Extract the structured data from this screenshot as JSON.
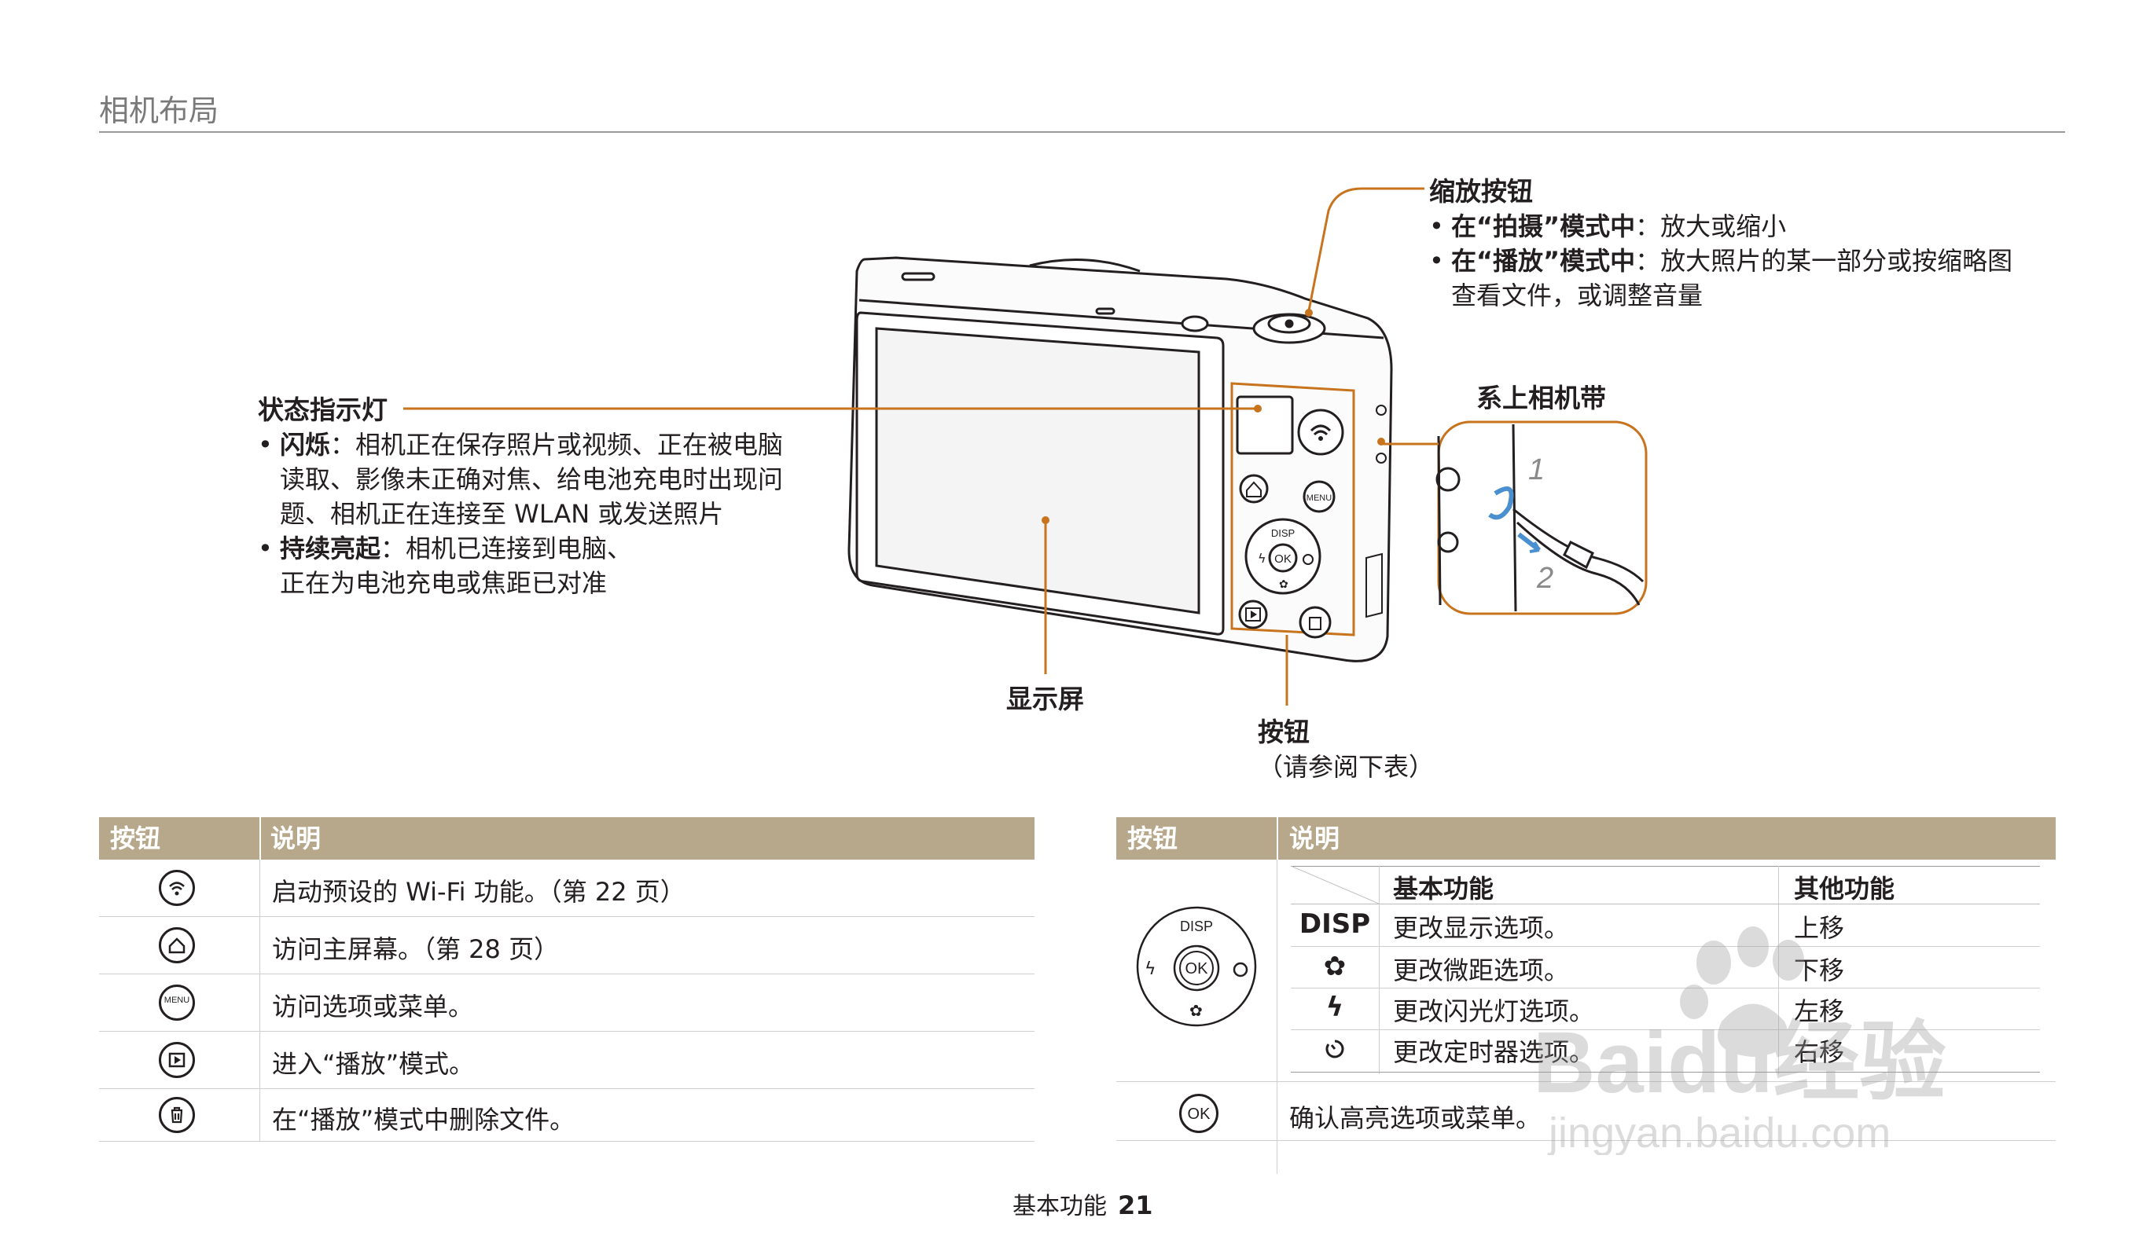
{
  "header": {
    "section_title": "相机布局"
  },
  "callouts": {
    "zoom": {
      "title": "缩放按钮",
      "b1_bold": "在“拍摄”模式中",
      "b1_text": "：放大或缩小",
      "b2_bold": "在“播放”模式中",
      "b2_text": "：放大照片的某一部分或按缩略图",
      "b2_cont": "查看文件，或调整音量"
    },
    "strap": {
      "title": "系上相机带",
      "step1": "1",
      "step2": "2"
    },
    "status_lamp": {
      "title": "状态指示灯",
      "b1_bold": "闪烁",
      "b1_l1": "：相机正在保存照片或视频、正在被电脑",
      "b1_l2": "读取、影像未正确对焦、给电池充电时出现问",
      "b1_l3": "题、相机正在连接至 WLAN 或发送照片",
      "b2_bold": "持续亮起",
      "b2_l1": "：相机已连接到电脑、",
      "b2_l2": "正在为电池充电或焦距已对准"
    },
    "display": {
      "title": "显示屏"
    },
    "buttons": {
      "title": "按钮",
      "subtitle": "（请参阅下表）"
    }
  },
  "camera_labels": {
    "disp": "DISP",
    "ok": "OK",
    "menu": "MENU"
  },
  "table_left": {
    "headers": [
      "按钮",
      "说明"
    ],
    "rows": [
      {
        "icon": "wifi-icon",
        "desc": "启动预设的 Wi-Fi 功能。（第 22 页）"
      },
      {
        "icon": "home-icon",
        "desc": "访问主屏幕。（第 28 页）"
      },
      {
        "icon": "menu-icon",
        "label": "MENU",
        "desc": "访问选项或菜单。"
      },
      {
        "icon": "playback-icon",
        "desc": "进入“播放”模式。"
      },
      {
        "icon": "delete-icon",
        "desc": "在“播放”模式中删除文件。"
      }
    ]
  },
  "table_right": {
    "headers": [
      "按钮",
      "说明"
    ],
    "nav_pad": {
      "disp": "DISP",
      "ok": "OK"
    },
    "sub_headers": [
      "基本功能",
      "其他功能"
    ],
    "sub_rows": [
      {
        "symbol": "DISP",
        "basic": "更改显示选项。",
        "other": "上移"
      },
      {
        "symbol": "macro-icon",
        "basic": "更改微距选项。",
        "other": "下移"
      },
      {
        "symbol": "flash-icon",
        "basic": "更改闪光灯选项。",
        "other": "左移"
      },
      {
        "symbol": "timer-icon",
        "basic": "更改定时器选项。",
        "other": "右移"
      }
    ],
    "ok_row": {
      "label": "OK",
      "desc": "确认高亮选项或菜单。"
    }
  },
  "footer": {
    "section": "基本功能",
    "page": "21"
  },
  "watermark": {
    "brand": "Baidu经验",
    "url": "jingyan.baidu.com"
  },
  "colors": {
    "accent": "#c8741f",
    "table_header": "#b8a88b",
    "rule": "#9a9a9a",
    "text": "#231f20"
  }
}
